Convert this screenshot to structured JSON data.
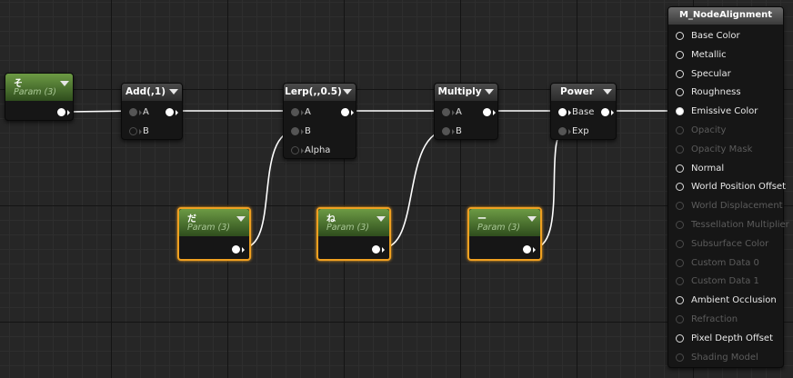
{
  "nodes": {
    "param_so": {
      "title": "そ",
      "subtitle": "Param (3)"
    },
    "add": {
      "title": "Add(,1)",
      "inputs": [
        "A",
        "B"
      ]
    },
    "lerp": {
      "title": "Lerp(,,0.5)",
      "inputs": [
        "A",
        "B",
        "Alpha"
      ]
    },
    "multiply": {
      "title": "Multiply",
      "inputs": [
        "A",
        "B"
      ]
    },
    "power": {
      "title": "Power",
      "inputs": [
        "Base",
        "Exp"
      ]
    },
    "param_da": {
      "title": "だ",
      "subtitle": "Param (3)"
    },
    "param_ne": {
      "title": "ね",
      "subtitle": "Param (3)"
    },
    "param_dash": {
      "title": "ー",
      "subtitle": "Param (3)"
    }
  },
  "material": {
    "title": "M_NodeAlignment",
    "pins": [
      {
        "label": "Base Color",
        "enabled": true
      },
      {
        "label": "Metallic",
        "enabled": true
      },
      {
        "label": "Specular",
        "enabled": true
      },
      {
        "label": "Roughness",
        "enabled": true
      },
      {
        "label": "Emissive Color",
        "enabled": true
      },
      {
        "label": "Opacity",
        "enabled": false
      },
      {
        "label": "Opacity Mask",
        "enabled": false
      },
      {
        "label": "Normal",
        "enabled": true
      },
      {
        "label": "World Position Offset",
        "enabled": true
      },
      {
        "label": "World Displacement",
        "enabled": false
      },
      {
        "label": "Tessellation Multiplier",
        "enabled": false
      },
      {
        "label": "Subsurface Color",
        "enabled": false
      },
      {
        "label": "Custom Data 0",
        "enabled": false
      },
      {
        "label": "Custom Data 1",
        "enabled": false
      },
      {
        "label": "Ambient Occlusion",
        "enabled": true
      },
      {
        "label": "Refraction",
        "enabled": false
      },
      {
        "label": "Pixel Depth Offset",
        "enabled": true
      },
      {
        "label": "Shading Model",
        "enabled": false
      }
    ]
  },
  "colors": {
    "background": "#262626",
    "param_header": "#4f7a30",
    "selection_outline": "#f0a020",
    "wire": "#ffffff"
  }
}
